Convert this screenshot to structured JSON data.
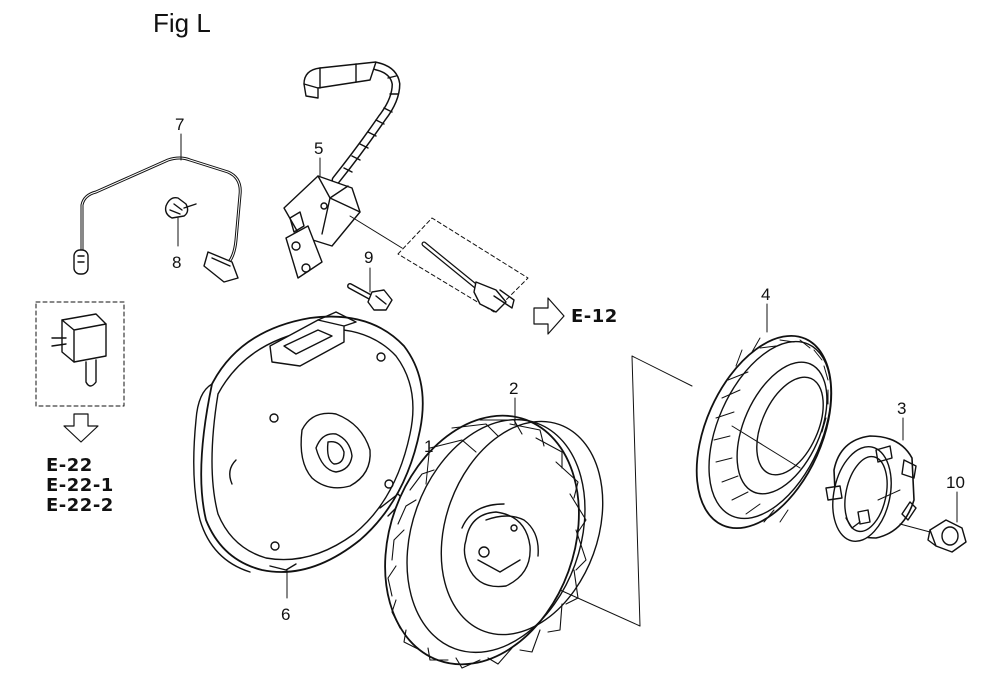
{
  "figure": {
    "title": "Fig L"
  },
  "callouts": [
    "1",
    "2",
    "3",
    "4",
    "5",
    "6",
    "7",
    "8",
    "9",
    "10"
  ],
  "references": {
    "e12": "E-12",
    "e22": "E-22",
    "e22_1": "E-22-1",
    "e22_2": "E-22-2"
  },
  "colors": {
    "ink": "#111111",
    "background": "#ffffff"
  }
}
